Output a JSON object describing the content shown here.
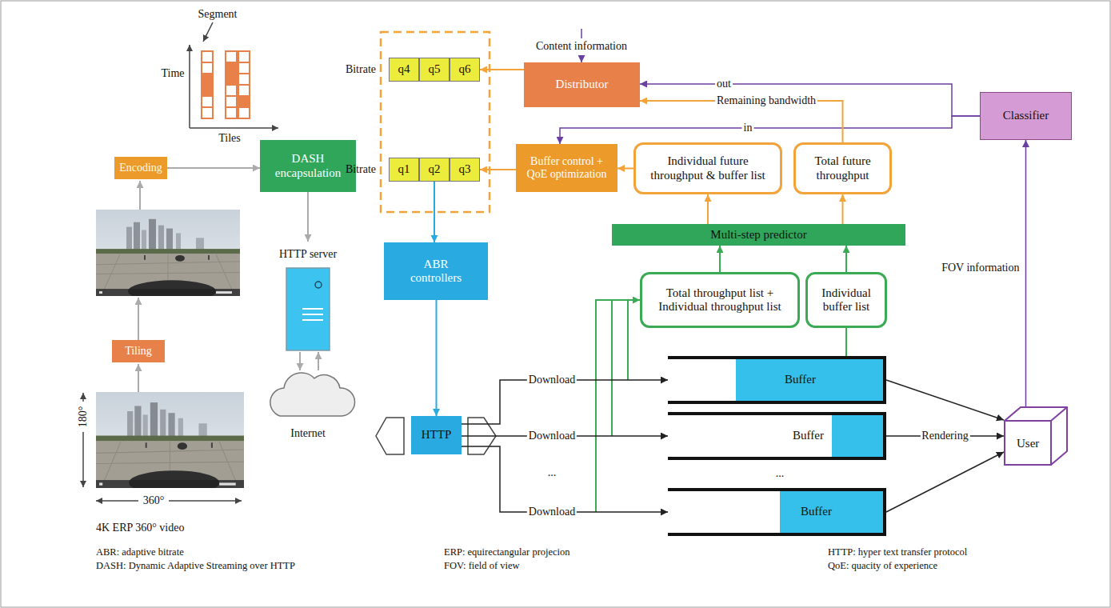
{
  "diagram": {
    "nodes": [
      {
        "text": [
          "Encoding"
        ]
      },
      {
        "text": [
          "Tiling"
        ]
      },
      {
        "text": [
          "DASH encapsulation"
        ]
      },
      {
        "text": [
          "q4"
        ]
      },
      {
        "text": [
          "q5"
        ]
      },
      {
        "text": [
          "q6"
        ]
      },
      {
        "text": [
          "q1"
        ]
      },
      {
        "text": [
          "q2"
        ]
      },
      {
        "text": [
          "q3"
        ]
      },
      {
        "text": [
          "Distributor"
        ]
      },
      {
        "text": [
          "Buffer control + QoE optimization"
        ]
      },
      {
        "text": [
          "Individual future throughput & buffer list"
        ]
      },
      {
        "text": [
          "Total future throughput"
        ]
      },
      {
        "text": [
          "Classifier"
        ]
      },
      {
        "text": [
          "Multi-step predictor"
        ]
      },
      {
        "text": [
          "ABR controllers"
        ]
      },
      {
        "text": [
          "Total throughput list + Individual throughput list"
        ]
      },
      {
        "text": [
          "Individual buffer list"
        ]
      },
      {
        "text": [
          "HTTP"
        ]
      },
      {
        "text": [
          "Buffer"
        ]
      },
      {
        "text": [
          "Buffer"
        ]
      },
      {
        "text": [
          "Buffer"
        ]
      },
      {
        "text": [
          "User"
        ]
      }
    ],
    "edges": [
      {
        "from": 0,
        "to": 2,
        "arrow": "to"
      },
      {
        "from": 9,
        "to": 5,
        "arrow": "to"
      },
      {
        "from": 10,
        "to": 8,
        "arrow": "to"
      },
      {
        "from": 7,
        "to": 15,
        "arrow": "to"
      },
      {
        "from": 15,
        "to": 18,
        "arrow": "to"
      },
      {
        "from": 13,
        "to": 9,
        "label": "out",
        "arrow": "to"
      },
      {
        "from": 13,
        "to": 10,
        "label": "in",
        "arrow": "to"
      },
      {
        "from": 12,
        "to": 9,
        "label": "Remaining bandwidth",
        "arrow": "to"
      },
      {
        "from": 11,
        "to": 10,
        "arrow": "to"
      },
      {
        "from": 14,
        "to": 11,
        "arrow": "to"
      },
      {
        "from": 14,
        "to": 12,
        "arrow": "to"
      },
      {
        "from": 16,
        "to": 14,
        "arrow": "to"
      },
      {
        "from": 17,
        "to": 14,
        "arrow": "to"
      },
      {
        "from": 19,
        "to": 17,
        "arrow": "none"
      },
      {
        "from": 18,
        "to": 19,
        "label": "Download",
        "arrow": "to"
      },
      {
        "from": 18,
        "to": 20,
        "label": "Download",
        "arrow": "to"
      },
      {
        "from": 18,
        "to": 21,
        "label": "Download",
        "arrow": "to"
      },
      {
        "from": 19,
        "to": 22,
        "arrow": "to"
      },
      {
        "from": 20,
        "to": 22,
        "label": "Rendering",
        "arrow": "to"
      },
      {
        "from": 21,
        "to": 22,
        "arrow": "to"
      },
      {
        "from": 22,
        "to": 13,
        "label": "FOV information",
        "arrow": "to"
      }
    ],
    "labels": [
      "Segment",
      "Time",
      "Tiles",
      "Bitrate",
      "Bitrate",
      "Content information",
      "HTTP server",
      "Internet",
      "180°",
      "360°",
      "4K ERP 360° video",
      "...",
      "...",
      "ABR: adaptive bitrate",
      "DASH: Dynamic Adaptive Streaming over HTTP",
      "ERP: equirectangular projecion",
      "FOV: field of view",
      "HTTP: hyper text transfer protocol",
      "QoE: quacity of experience"
    ]
  }
}
